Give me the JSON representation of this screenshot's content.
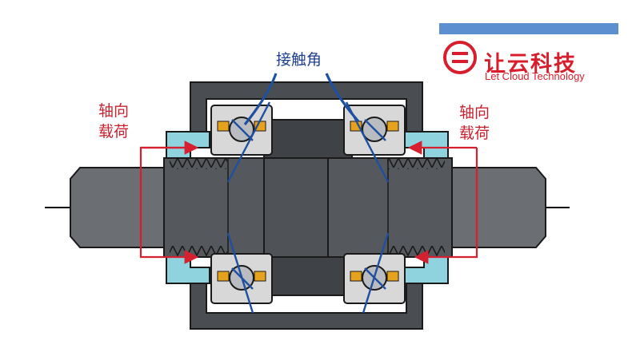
{
  "labels": {
    "contact_angle": "接触角",
    "axial_load_left": [
      "轴向",
      "载荷"
    ],
    "axial_load_right": [
      "轴向",
      "载荷"
    ]
  },
  "brand": {
    "name": "让云科技",
    "subtitle": "Let Cloud Technology"
  },
  "colors": {
    "housing": "#4a4d52",
    "shaft": "#6b6e73",
    "outline": "#1a1a1a",
    "nut": "#8fd3df",
    "load_arrow": "#d6202f",
    "contact_line": "#1f4fa0",
    "brand_red": "#d81e2c",
    "brand_bar": "#5b8fd0",
    "bearing_race": "#d8d8d8",
    "cage": "#e7a21d"
  },
  "icons": [
    "brand-logo-icon",
    "bearing-ball-icon",
    "arrow-icon"
  ]
}
